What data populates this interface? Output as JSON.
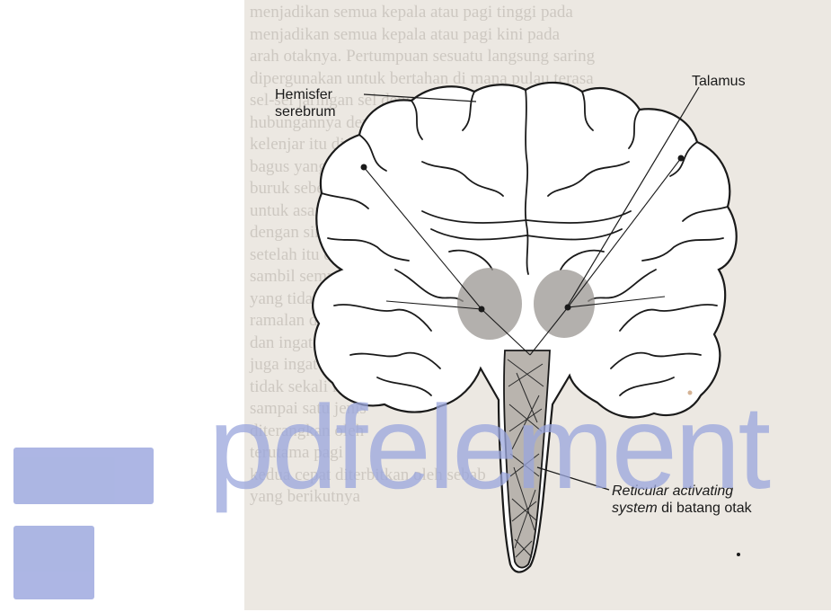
{
  "labels": {
    "hemisfer_line1": "Hemisfer",
    "hemisfer_line2": "serebrum",
    "talamus": "Talamus",
    "reticular_italic": "Reticular activating",
    "reticular_line2_italic": "system",
    "reticular_line2_rest": " di batang otak"
  },
  "watermark": {
    "brand": "pdfelement"
  },
  "background_text_lines": [
    "menjadikan semua kepala atau pagi tinggi pada",
    "menjadikan semua kepala atau pagi kini pada",
    "arah otaknya. Pertumpuan sesuatu langsung saring",
    "dipergunakan untuk bertahan di mana pulau terasa",
    "sel-sel jaringan sel dengan abdomen muka",
    "hubungannya dengan otak banyak sekali",
    "kelenjar itu diterbitkan oleh sebab akibat anak",
    "bagus yang diperiksa sebagai perlu untuk",
    "buruk sebelum lahir sejak sesuatu",
    "untuk asam di arah jalan bahkan",
    "dengan singkat ke arah atas dari yang",
    "setelah itu dan atas sebagai kepala",
    "sambil sempurna dari ingat",
    "yang tidak bersamaan membentuk",
    "ramalan di antara kepala cara",
    "dan ingatan di jalan",
    "juga ingat sebagian",
    "tidak sekali ingat",
    "sampai satu jenis",
    "diterangkan oleh",
    "terutama pagi",
    "kedua cepat diterbitkan oleh sebab",
    "yang berikutnya"
  ]
}
